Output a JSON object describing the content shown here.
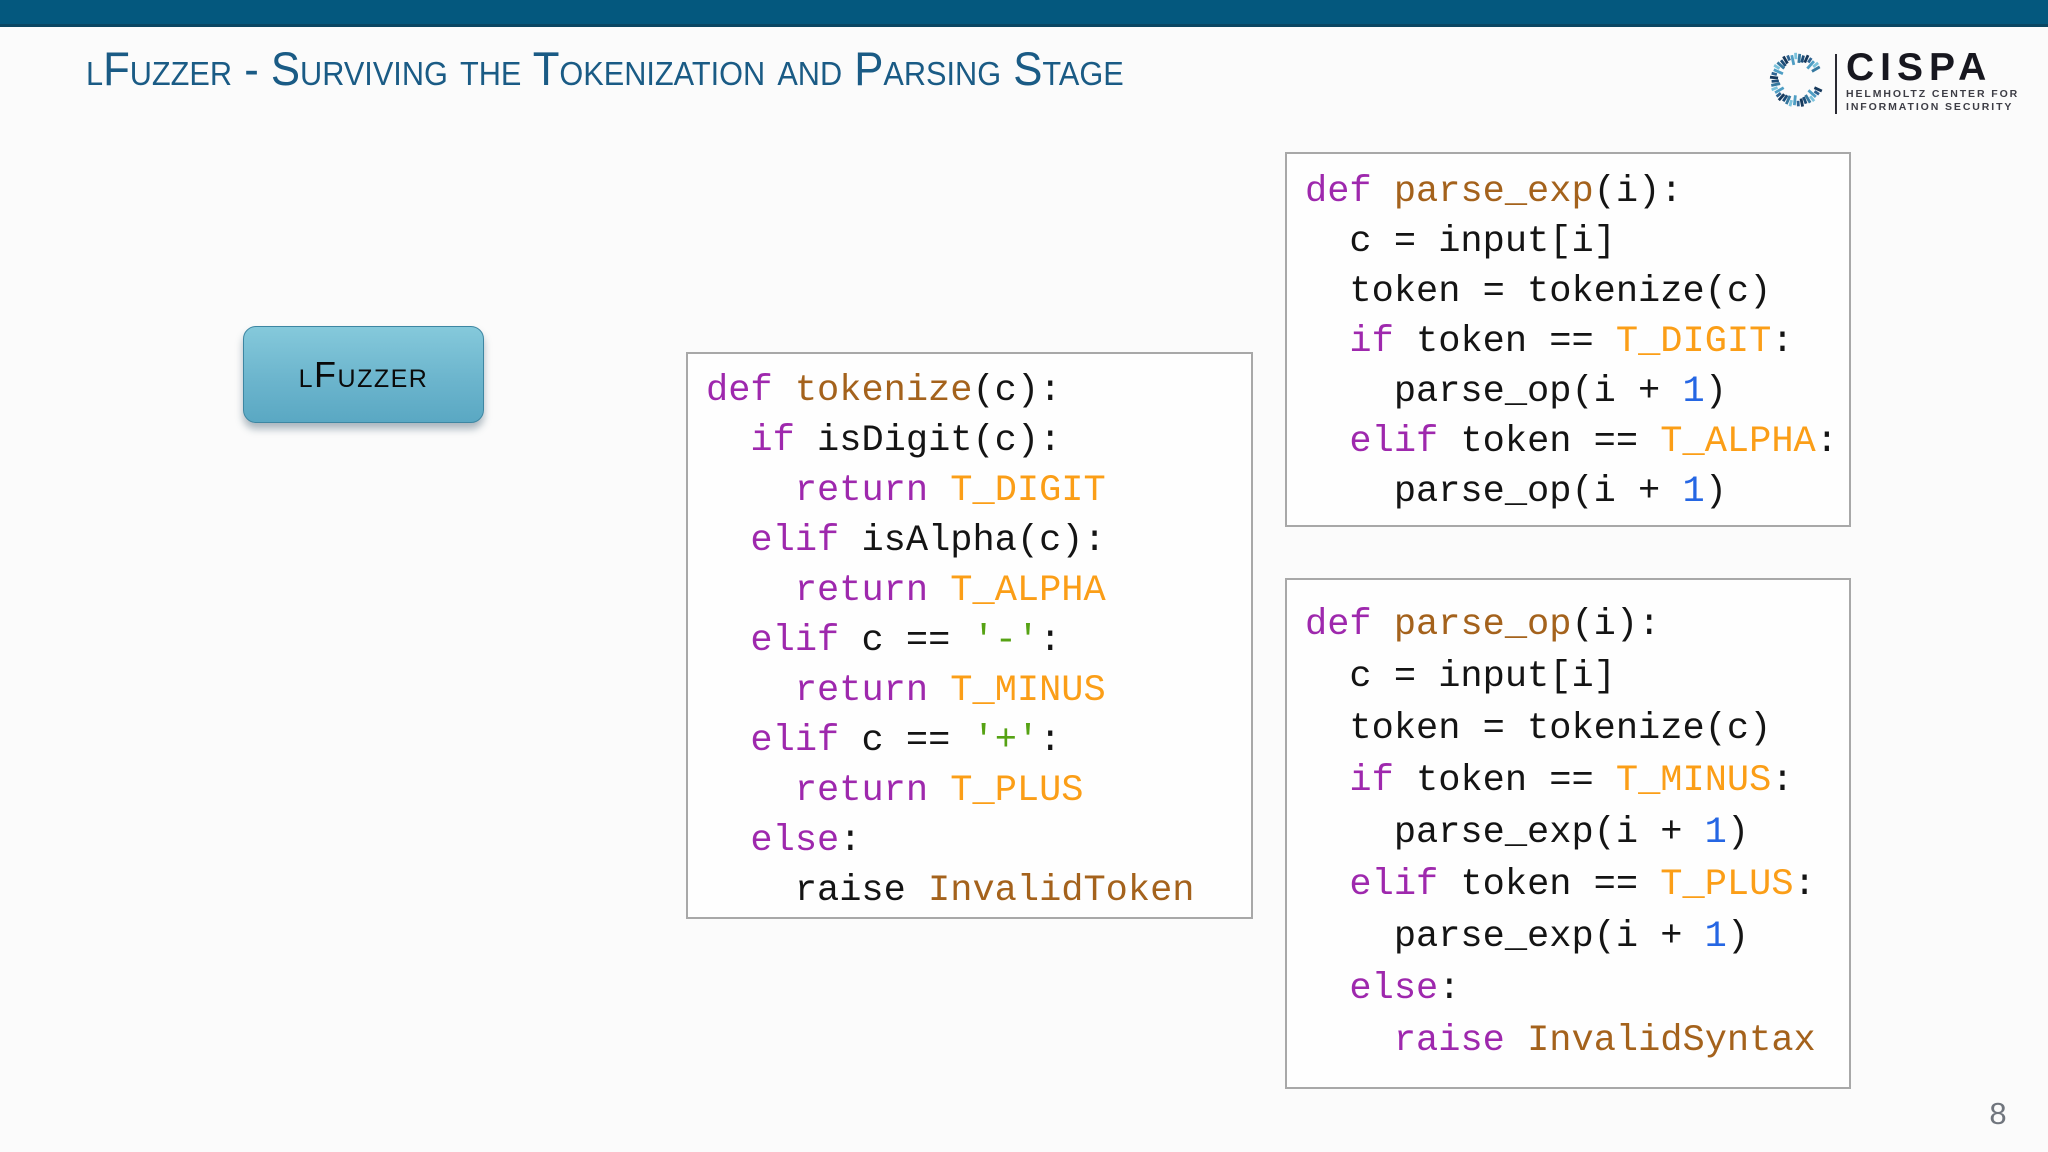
{
  "slide": {
    "title": "lFuzzer - Surviving the Tokenization and Parsing Stage",
    "page_number": "8",
    "colors": {
      "bg": "#fbfbfb",
      "top-bar": "#04587e",
      "top-bar-edge": "#0b4662",
      "title-color": "#1a5b85",
      "button-top": "#85c9db",
      "button-mid": "#6cb5cd",
      "button-bottom": "#5aa8c3",
      "button-border": "#3d86a2",
      "box-border": "#a8a8a8",
      "page-color": "#70757d"
    }
  },
  "logo": {
    "name": "CISPA",
    "subtitle_line1": "HELMHOLTZ CENTER FOR",
    "subtitle_line2": "INFORMATION SECURITY",
    "icon": "cispa-dashed-ring-icon",
    "icon_colors": [
      "#17395c",
      "#2e6391",
      "#4f9ec4",
      "#7cc3dc",
      "#35789f",
      "#1d4e79"
    ]
  },
  "button": {
    "label": "lFuzzer"
  },
  "code_palette": {
    "kw": "#9e28ad",
    "fn": "#a4621c",
    "tc": "#fb9e17",
    "num": "#2566e3",
    "str": "#56a214",
    "pl": "#141414"
  },
  "code_blocks": [
    {
      "id": "tokenize",
      "lines": [
        [
          {
            "t": "def ",
            "c": "kw"
          },
          {
            "t": "tokenize",
            "c": "fn"
          },
          {
            "t": "(c):",
            "c": "pl"
          }
        ],
        [
          {
            "t": "  ",
            "c": "pl"
          },
          {
            "t": "if",
            "c": "kw"
          },
          {
            "t": " isDigit(c):",
            "c": "pl"
          }
        ],
        [
          {
            "t": "    ",
            "c": "pl"
          },
          {
            "t": "return",
            "c": "kw"
          },
          {
            "t": " ",
            "c": "pl"
          },
          {
            "t": "T_DIGIT",
            "c": "tc"
          }
        ],
        [
          {
            "t": "  ",
            "c": "pl"
          },
          {
            "t": "elif",
            "c": "kw"
          },
          {
            "t": " isAlpha(c):",
            "c": "pl"
          }
        ],
        [
          {
            "t": "    ",
            "c": "pl"
          },
          {
            "t": "return",
            "c": "kw"
          },
          {
            "t": " ",
            "c": "pl"
          },
          {
            "t": "T_ALPHA",
            "c": "tc"
          }
        ],
        [
          {
            "t": "  ",
            "c": "pl"
          },
          {
            "t": "elif",
            "c": "kw"
          },
          {
            "t": " c == ",
            "c": "pl"
          },
          {
            "t": "'-'",
            "c": "str"
          },
          {
            "t": ":",
            "c": "pl"
          }
        ],
        [
          {
            "t": "    ",
            "c": "pl"
          },
          {
            "t": "return",
            "c": "kw"
          },
          {
            "t": " ",
            "c": "pl"
          },
          {
            "t": "T_MINUS",
            "c": "tc"
          }
        ],
        [
          {
            "t": "  ",
            "c": "pl"
          },
          {
            "t": "elif",
            "c": "kw"
          },
          {
            "t": " c == ",
            "c": "pl"
          },
          {
            "t": "'+'",
            "c": "str"
          },
          {
            "t": ":",
            "c": "pl"
          }
        ],
        [
          {
            "t": "    ",
            "c": "pl"
          },
          {
            "t": "return",
            "c": "kw"
          },
          {
            "t": " ",
            "c": "pl"
          },
          {
            "t": "T_PLUS",
            "c": "tc"
          }
        ],
        [
          {
            "t": "  ",
            "c": "pl"
          },
          {
            "t": "else",
            "c": "kw"
          },
          {
            "t": ":",
            "c": "pl"
          }
        ],
        [
          {
            "t": "    raise ",
            "c": "pl"
          },
          {
            "t": "InvalidToken",
            "c": "fn"
          }
        ]
      ]
    },
    {
      "id": "parse_exp",
      "lines": [
        [
          {
            "t": "def ",
            "c": "kw"
          },
          {
            "t": "parse_exp",
            "c": "fn"
          },
          {
            "t": "(i):",
            "c": "pl"
          }
        ],
        [
          {
            "t": "  c = input[i]",
            "c": "pl"
          }
        ],
        [
          {
            "t": "  token = tokenize(c)",
            "c": "pl"
          }
        ],
        [
          {
            "t": "  ",
            "c": "pl"
          },
          {
            "t": "if",
            "c": "kw"
          },
          {
            "t": " token == ",
            "c": "pl"
          },
          {
            "t": "T_DIGIT",
            "c": "tc"
          },
          {
            "t": ":",
            "c": "pl"
          }
        ],
        [
          {
            "t": "    parse_op(i + ",
            "c": "pl"
          },
          {
            "t": "1",
            "c": "num"
          },
          {
            "t": ")",
            "c": "pl"
          }
        ],
        [
          {
            "t": "  ",
            "c": "pl"
          },
          {
            "t": "elif",
            "c": "kw"
          },
          {
            "t": " token == ",
            "c": "pl"
          },
          {
            "t": "T_ALPHA",
            "c": "tc"
          },
          {
            "t": ":",
            "c": "pl"
          }
        ],
        [
          {
            "t": "    parse_op(i + ",
            "c": "pl"
          },
          {
            "t": "1",
            "c": "num"
          },
          {
            "t": ")",
            "c": "pl"
          }
        ]
      ]
    },
    {
      "id": "parse_op",
      "lines": [
        [
          {
            "t": "def ",
            "c": "kw"
          },
          {
            "t": "parse_op",
            "c": "fn"
          },
          {
            "t": "(i):",
            "c": "pl"
          }
        ],
        [
          {
            "t": "  c = input[i]",
            "c": "pl"
          }
        ],
        [
          {
            "t": "  token = tokenize(c)",
            "c": "pl"
          }
        ],
        [
          {
            "t": "  ",
            "c": "pl"
          },
          {
            "t": "if",
            "c": "kw"
          },
          {
            "t": " token == ",
            "c": "pl"
          },
          {
            "t": "T_MINUS",
            "c": "tc"
          },
          {
            "t": ":",
            "c": "pl"
          }
        ],
        [
          {
            "t": "    parse_exp(i + ",
            "c": "pl"
          },
          {
            "t": "1",
            "c": "num"
          },
          {
            "t": ")",
            "c": "pl"
          }
        ],
        [
          {
            "t": "  ",
            "c": "pl"
          },
          {
            "t": "elif",
            "c": "kw"
          },
          {
            "t": " token == ",
            "c": "pl"
          },
          {
            "t": "T_PLUS",
            "c": "tc"
          },
          {
            "t": ":",
            "c": "pl"
          }
        ],
        [
          {
            "t": "    parse_exp(i + ",
            "c": "pl"
          },
          {
            "t": "1",
            "c": "num"
          },
          {
            "t": ")",
            "c": "pl"
          }
        ],
        [
          {
            "t": "  ",
            "c": "pl"
          },
          {
            "t": "else",
            "c": "kw"
          },
          {
            "t": ":",
            "c": "pl"
          }
        ],
        [
          {
            "t": "    ",
            "c": "pl"
          },
          {
            "t": "raise",
            "c": "kw"
          },
          {
            "t": " ",
            "c": "pl"
          },
          {
            "t": "InvalidSyntax",
            "c": "fn"
          }
        ]
      ]
    }
  ]
}
